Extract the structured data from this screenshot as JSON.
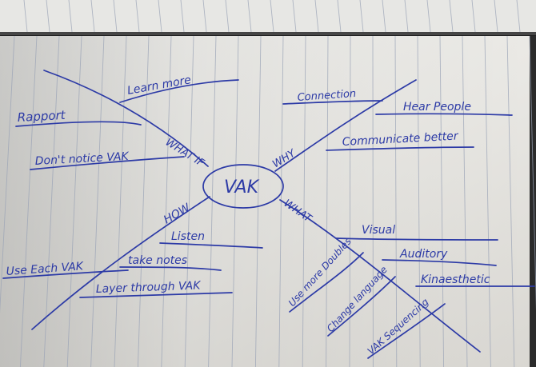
{
  "photo": {
    "subject": "handwritten mind map on ruled notebook paper",
    "ink_color": "#2c3aa6",
    "paper_color": "#f1f0ec",
    "line_color": "#9aa3b6"
  },
  "mind_map": {
    "center": "VAK",
    "branches": {
      "what_if": {
        "label": "WHAT IF",
        "items": [
          "Learn more",
          "Rapport",
          "Don't notice VAK"
        ]
      },
      "why": {
        "label": "WHY",
        "items": [
          "Connection",
          "Hear People",
          "Communicate better"
        ]
      },
      "how": {
        "label": "HOW",
        "items": [
          "Listen",
          "Use Each VAK",
          "take notes",
          "Layer through VAK"
        ]
      },
      "what": {
        "label": "WHAT",
        "items": [
          "Visual",
          "Auditory",
          "Kinaesthetic",
          "Use more Doubles",
          "Change language",
          "VAK Sequencing"
        ]
      }
    }
  }
}
